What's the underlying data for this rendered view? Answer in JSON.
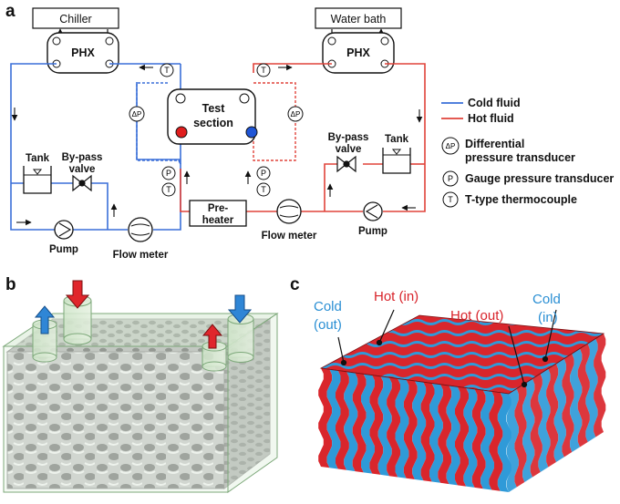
{
  "panels": {
    "a": "a",
    "b": "b",
    "c": "c"
  },
  "loop": {
    "chiller": "Chiller",
    "water_bath": "Water bath",
    "phx": "PHX",
    "test_section": [
      "Test",
      "section"
    ],
    "tank": "Tank",
    "bypass_valve": [
      "By-pass",
      "valve"
    ],
    "pump": "Pump",
    "flow_meter": "Flow meter",
    "pre_heater": [
      "Pre-",
      "heater"
    ]
  },
  "symbols": {
    "dp": "ΔP",
    "p": "P",
    "t": "T"
  },
  "legend": {
    "cold_fluid": "Cold fluid",
    "hot_fluid": "Hot fluid",
    "dp": [
      "Differential",
      "pressure transducer"
    ],
    "p": "Gauge pressure transducer",
    "t": "T-type thermocouple"
  },
  "panel_c": {
    "cold_out": [
      "Cold",
      "(out)"
    ],
    "hot_in": "Hot (in)",
    "hot_out": "Hot (out)",
    "cold_in": [
      "Cold",
      "(in)"
    ]
  },
  "colors": {
    "cold": "#3a6fd8",
    "hot": "#e0433a",
    "cold_channel": "#2f9ad8",
    "hot_channel": "#d9262c",
    "cold_port": "#1f55d6",
    "hot_port": "#e01e1e"
  }
}
